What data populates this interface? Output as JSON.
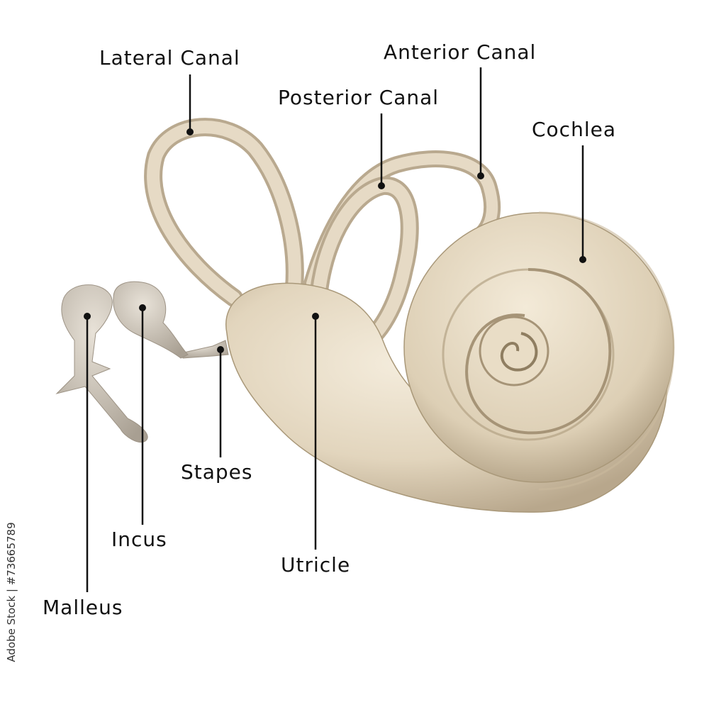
{
  "diagram": {
    "labels": {
      "lateral_canal": "Lateral Canal",
      "anterior_canal": "Anterior Canal",
      "posterior_canal": "Posterior Canal",
      "cochlea": "Cochlea",
      "utricle": "Utricle",
      "stapes": "Stapes",
      "incus": "Incus",
      "malleus": "Malleus"
    },
    "credit": "Adobe Stock | #73665789",
    "colors": {
      "bone": "#e6dac5",
      "bone_shadow": "#b9a98f",
      "ossicle": "#cfc6b9",
      "leader": "#111111",
      "text": "#111111"
    }
  }
}
